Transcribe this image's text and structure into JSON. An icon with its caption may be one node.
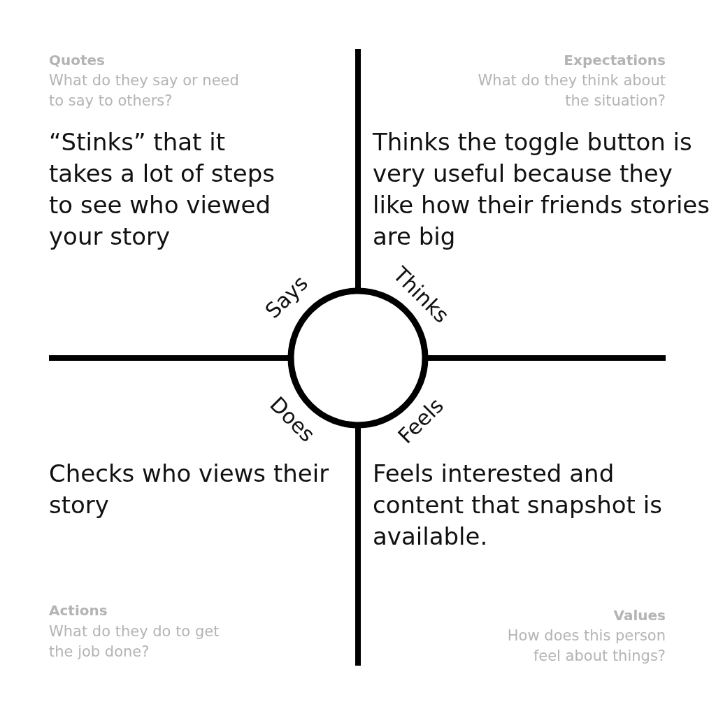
{
  "diagram": {
    "nodes": [
      {
        "text": [],
        "shape": "circle"
      }
    ],
    "labels": [
      "Quotes",
      "What do they say or need to say to others?",
      "Expectations",
      "What do they think about the situation?",
      "“Stinks” that it takes a lot of steps to see who viewed your story",
      "Thinks the toggle button is very useful because they like how their friends stories are big",
      "Says",
      "Thinks",
      "Does",
      "Feels",
      "Checks who views their story",
      "Feels interested and content that snapshot is available.",
      "Actions",
      "What do they do to get the job done?",
      "Values",
      "How does this person feel about things?"
    ]
  }
}
